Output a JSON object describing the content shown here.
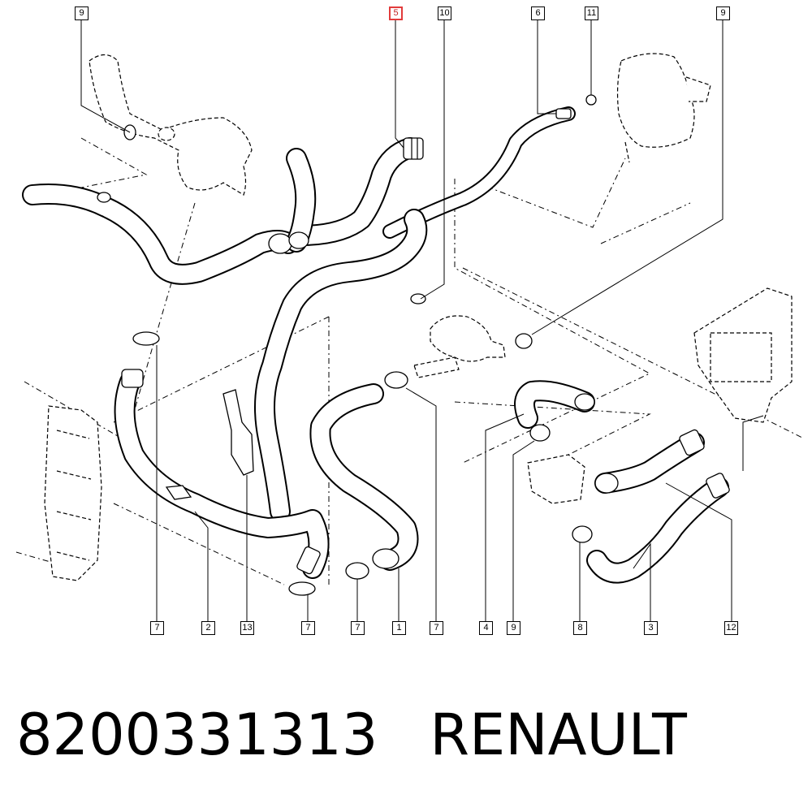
{
  "callouts": {
    "top_9_left": "9",
    "top_5": "5",
    "top_10": "10",
    "top_6": "6",
    "top_11": "11",
    "top_9_right": "9",
    "bottom_7_a": "7",
    "bottom_2": "2",
    "bottom_13": "13",
    "bottom_7_b": "7",
    "bottom_7_c": "7",
    "bottom_1": "1",
    "bottom_7_d": "7",
    "bottom_4": "4",
    "bottom_9": "9",
    "bottom_8": "8",
    "bottom_3": "3",
    "bottom_12": "12"
  },
  "caption": {
    "part_number": "8200331313",
    "brand": "RENAULT"
  },
  "colors": {
    "line": "#000000",
    "background": "#ffffff",
    "highlight": "#e23b3b"
  }
}
